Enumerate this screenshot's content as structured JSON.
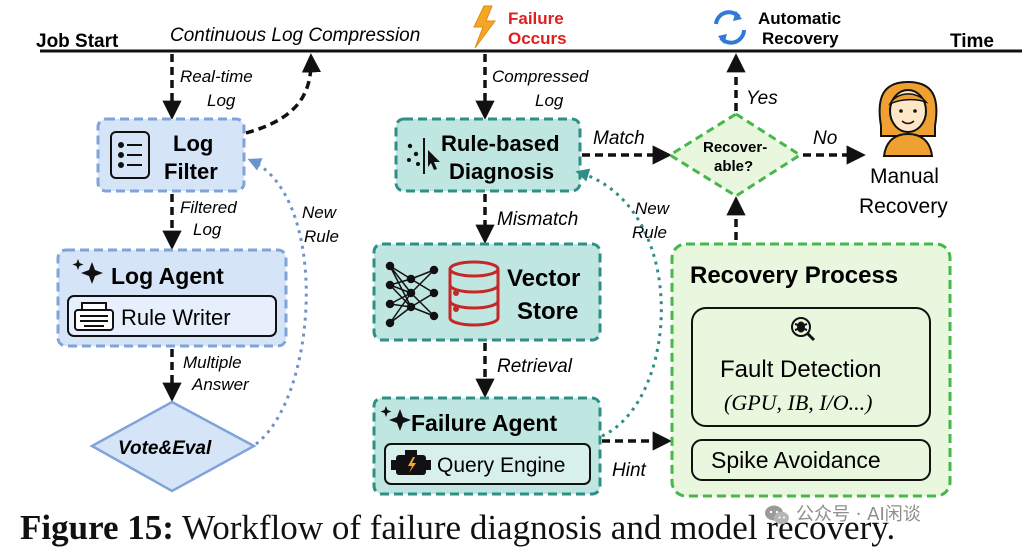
{
  "timeline": {
    "job_start": "Job Start",
    "time": "Time",
    "continuous_compression": "Continuous Log Compression",
    "failure_occurs": [
      "Failure",
      "Occurs"
    ],
    "automatic_recovery": [
      "Automatic",
      "Recovery"
    ]
  },
  "left": {
    "realtime_log": [
      "Real-time",
      "Log"
    ],
    "log_filter": [
      "Log",
      "Filter"
    ],
    "filtered_log": [
      "Filtered",
      "Log"
    ],
    "log_agent": "Log Agent",
    "rule_writer": "Rule Writer",
    "multiple_answer": [
      "Multiple",
      "Answer"
    ],
    "vote_eval": "Vote&Eval",
    "new_rule": [
      "New",
      "Rule"
    ]
  },
  "middle": {
    "compressed_log": [
      "Compressed",
      "Log"
    ],
    "rule_based": [
      "Rule-based",
      "Diagnosis"
    ],
    "mismatch": "Mismatch",
    "vector_store": [
      "Vector",
      "Store"
    ],
    "retrieval": "Retrieval",
    "failure_agent": "Failure Agent",
    "query_engine": "Query Engine",
    "new_rule": [
      "New",
      "Rule"
    ],
    "hint": "Hint",
    "match": "Match"
  },
  "right": {
    "recoverable": [
      "Recover-",
      "able?"
    ],
    "yes": "Yes",
    "no": "No",
    "manual_recovery": [
      "Manual",
      "Recovery"
    ],
    "recovery_process": "Recovery Process",
    "fault_detection": "Fault Detection",
    "fault_detail": "(GPU, IB, I/O...)",
    "spike_avoidance": "Spike Avoidance"
  },
  "caption": {
    "label": "Figure 15:",
    "text": " Workflow of failure diagnosis and model recovery."
  },
  "watermark": "公众号 · AI闲谈",
  "colors": {
    "blue_fill": "#d6e4f7",
    "blue_stroke": "#7fa3da",
    "teal_fill": "#bfe6e1",
    "teal_stroke": "#2f8f86",
    "green_fill": "#e9f7df",
    "green_stroke": "#47b74a",
    "failure_red": "#e02020",
    "bolt_orange": "#f5a623",
    "db_red": "#c62828",
    "recover_blue": "#2f7ad8",
    "person_orange": "#f0a030"
  }
}
